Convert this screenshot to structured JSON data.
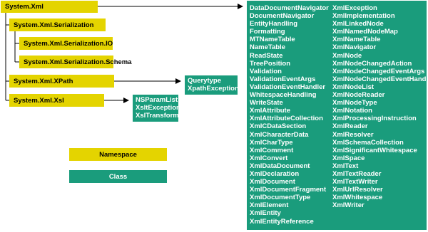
{
  "namespaces": {
    "system_xml": "System.Xml",
    "serialization": "System.Xml.Serialization",
    "serialization_io": "System.Xml.Serialization.IO",
    "serialization_schema": "System.Xml.Serialization.Schema",
    "xpath": "System.Xml.XPath",
    "xsl": "System.Xml.Xsl"
  },
  "xpath_classes": [
    "Querytype",
    "XpathException"
  ],
  "xsl_classes": [
    "NSParamList",
    "XsltException",
    "XslTransform"
  ],
  "system_xml_classes_col1": [
    "DataDocumentNavigator",
    "DocumentNavigator",
    "EntityHandling",
    "Formatting",
    "MTNameTable",
    "NameTable",
    "ReadState",
    "TreePosition",
    "Validation",
    "ValidationEventArgs",
    "ValidationEventHandler",
    "WhitespaceHandling",
    "WriteState",
    "XmlAttribute",
    "XmlAttributeCollection",
    "XmlCDataSection",
    "XmlCharacterData",
    "XmlCharType",
    "XmlComment",
    "XmlConvert",
    "XmlDataDocument",
    "XmlDeclaration",
    "XmlDocument",
    "XmlDocumentFragment",
    "XmlDocumentType",
    "XmlElement",
    "XmlEntity",
    "XmlEntityReference"
  ],
  "system_xml_classes_col2": [
    "XmlException",
    "XmlImplementation",
    "XmlLinkedNode",
    "XmlNamedNodeMap",
    "XmlNameTable",
    "XmlNavigator",
    "XmlNode",
    "XmlNodeChangedAction",
    "XmlNodeChangedEventArgs",
    "XmlNodeChangedEventHandler",
    "XmlNodeList",
    "XmlNodeReader",
    "XmlNodeType",
    "XmlNotation",
    "XmlProcessingInstruction",
    "XmlReader",
    "XmlResolver",
    "XmlSchemaCollection",
    "XmlSignificantWhitespace",
    "XmlSpace",
    "XmlText",
    "XmlTextReader",
    "XmlTextWriter",
    "XmlUrlResolver",
    "XmlWhitespace",
    "XmlWriter"
  ],
  "legend": {
    "namespace_label": "Namespace",
    "class_label": "Class"
  },
  "colors": {
    "namespace_fill": "#e4d400",
    "class_fill": "#1a9c7c",
    "class_text": "#ffffff",
    "line": "#000000"
  }
}
